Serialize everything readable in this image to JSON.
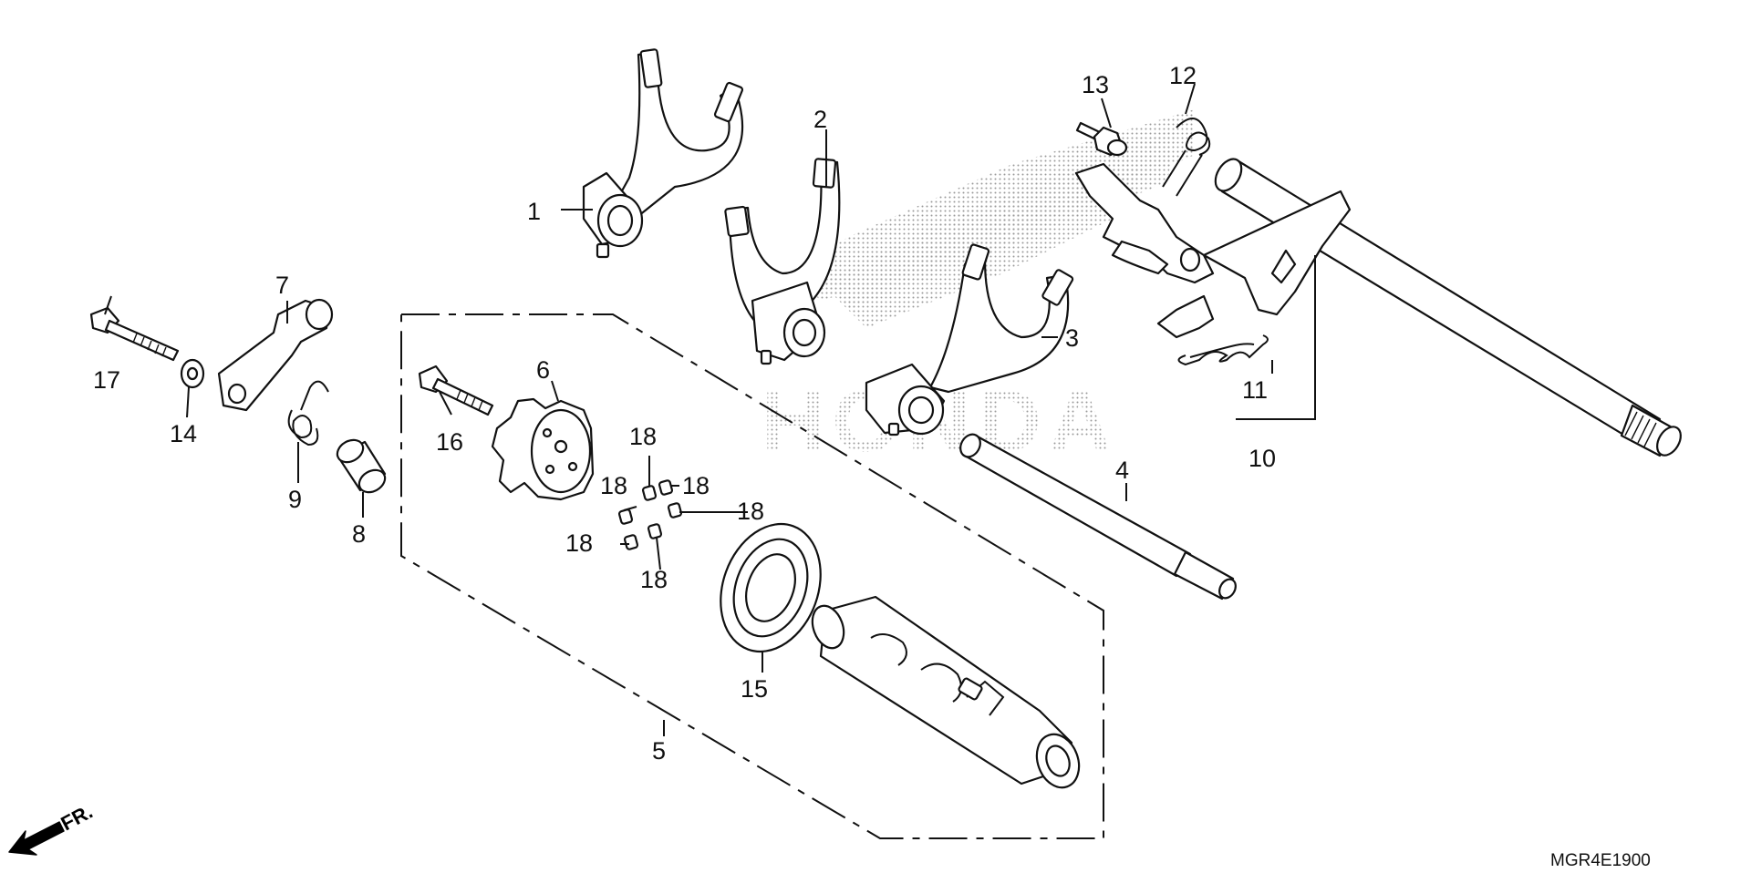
{
  "diagram": {
    "brand_watermark": "HONDA",
    "diagram_code": "MGR4E1900",
    "direction_label": "FR.",
    "colors": {
      "ink": "#111111",
      "background": "#ffffff",
      "dot_pattern": "#9a9a9a"
    },
    "callouts": [
      {
        "id": "c1",
        "label": "1"
      },
      {
        "id": "c2",
        "label": "2"
      },
      {
        "id": "c3",
        "label": "3"
      },
      {
        "id": "c4",
        "label": "4"
      },
      {
        "id": "c5",
        "label": "5"
      },
      {
        "id": "c6",
        "label": "6"
      },
      {
        "id": "c7",
        "label": "7"
      },
      {
        "id": "c8",
        "label": "8"
      },
      {
        "id": "c9",
        "label": "9"
      },
      {
        "id": "c10",
        "label": "10"
      },
      {
        "id": "c11",
        "label": "11"
      },
      {
        "id": "c12",
        "label": "12"
      },
      {
        "id": "c13",
        "label": "13"
      },
      {
        "id": "c14",
        "label": "14"
      },
      {
        "id": "c15",
        "label": "15"
      },
      {
        "id": "c16",
        "label": "16"
      },
      {
        "id": "c17",
        "label": "17"
      },
      {
        "id": "c18a",
        "label": "18"
      },
      {
        "id": "c18b",
        "label": "18"
      },
      {
        "id": "c18c",
        "label": "18"
      },
      {
        "id": "c18d",
        "label": "18"
      },
      {
        "id": "c18e",
        "label": "18"
      },
      {
        "id": "c18f",
        "label": "18"
      }
    ]
  }
}
